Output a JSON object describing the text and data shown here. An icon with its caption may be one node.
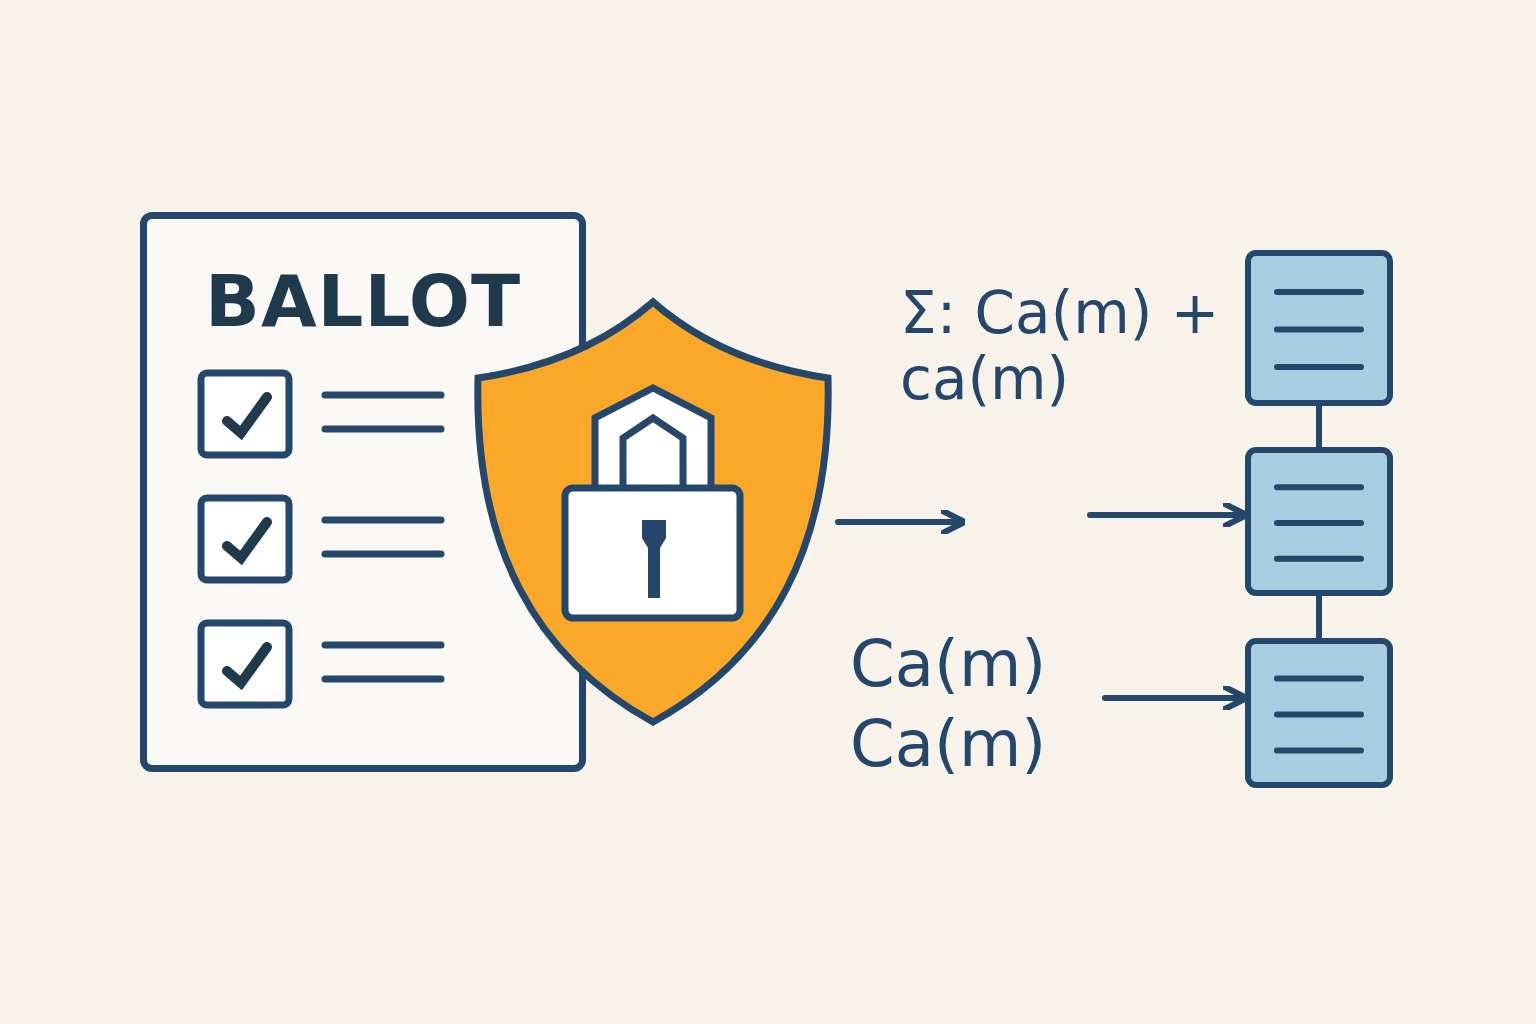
{
  "diagram": {
    "nodes": [
      {
        "text": [
          "BALLOT"
        ]
      },
      {
        "text": [],
        "shape": "picture"
      },
      {
        "text": [],
        "shape": "box"
      },
      {
        "text": [],
        "shape": "box"
      },
      {
        "text": [],
        "shape": "box"
      },
      {
        "text": [
          "Ca(m) Ca(m)"
        ]
      }
    ],
    "edges": [
      {
        "from": 1,
        "to": null,
        "arrow": "to"
      },
      {
        "from": null,
        "to": 3,
        "arrow": "to"
      },
      {
        "from": 5,
        "to": 4,
        "arrow": "to"
      },
      {
        "from": 2,
        "to": 3,
        "arrow": "none"
      },
      {
        "from": 3,
        "to": 4,
        "arrow": "none"
      }
    ],
    "labels": [
      "Σ: Ca(m) + ca(m)"
    ]
  }
}
